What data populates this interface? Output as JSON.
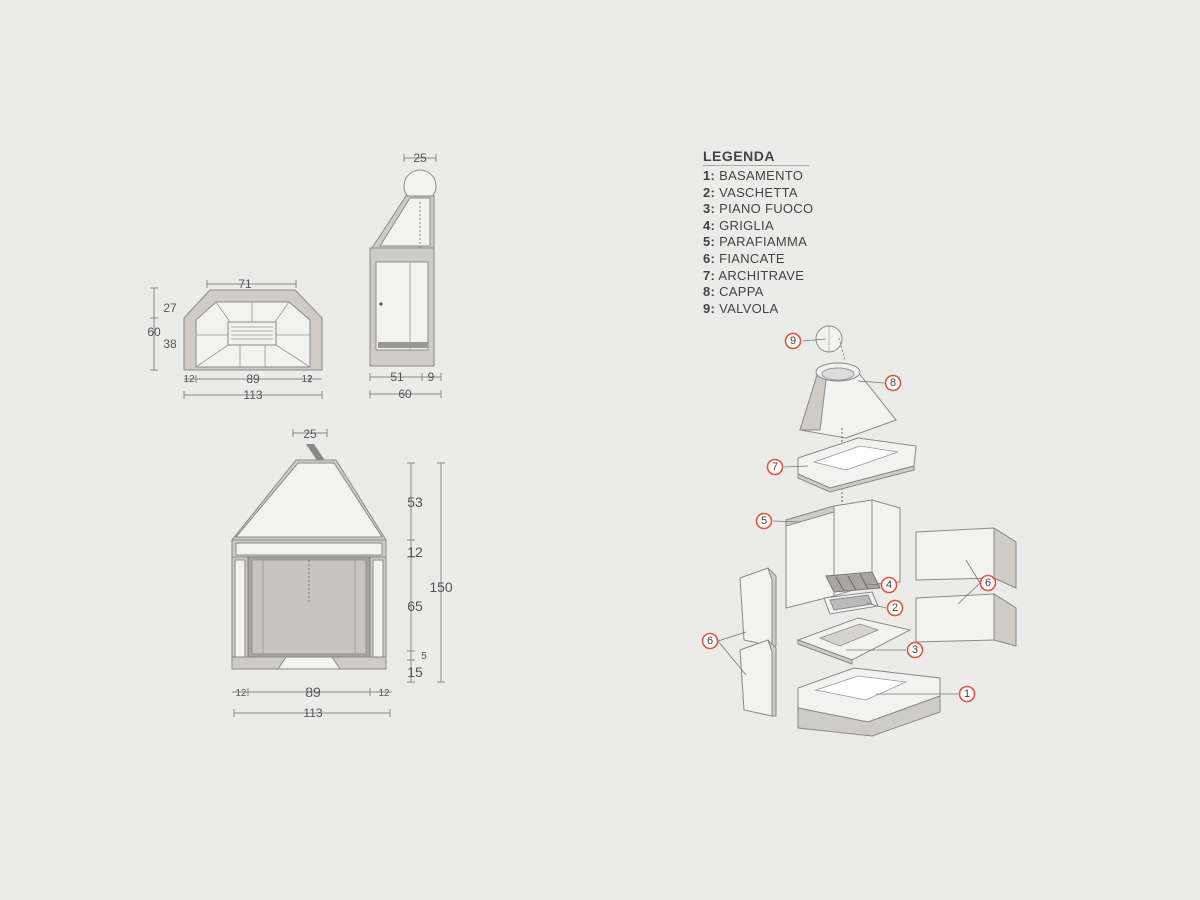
{
  "legend": {
    "title": "LEGENDA",
    "items": [
      {
        "num": "1:",
        "label": "BASAMENTO"
      },
      {
        "num": "2:",
        "label": "VASCHETTA"
      },
      {
        "num": "3:",
        "label": "PIANO FUOCO"
      },
      {
        "num": "4:",
        "label": "GRIGLIA"
      },
      {
        "num": "5:",
        "label": "PARAFIAMMA"
      },
      {
        "num": "6:",
        "label": "FIANCATE"
      },
      {
        "num": "7:",
        "label": "ARCHITRAVE"
      },
      {
        "num": "8:",
        "label": "CAPPA"
      },
      {
        "num": "9:",
        "label": "VALVOLA"
      }
    ]
  },
  "top_view": {
    "width_inner": "71",
    "height_a": "27",
    "height_total": "60",
    "height_b": "38",
    "side_left": "12",
    "center": "89",
    "side_right": "12",
    "total_width": "113"
  },
  "side_view": {
    "flue": "25",
    "depth_a": "51",
    "depth_b": "9",
    "depth_total": "60"
  },
  "front_view": {
    "flue": "25",
    "h_hood": "53",
    "h_lintel": "12",
    "h_opening": "65",
    "h_gap": "5",
    "h_base": "15",
    "h_total": "150",
    "side_left": "12",
    "center": "89",
    "side_right": "12",
    "total_width": "113"
  },
  "callouts": [
    "1",
    "2",
    "3",
    "4",
    "5",
    "6",
    "6",
    "7",
    "8",
    "9"
  ],
  "colors": {
    "accent": "#e2553a",
    "line": "#8a8a8a",
    "background": "#ebebea"
  }
}
